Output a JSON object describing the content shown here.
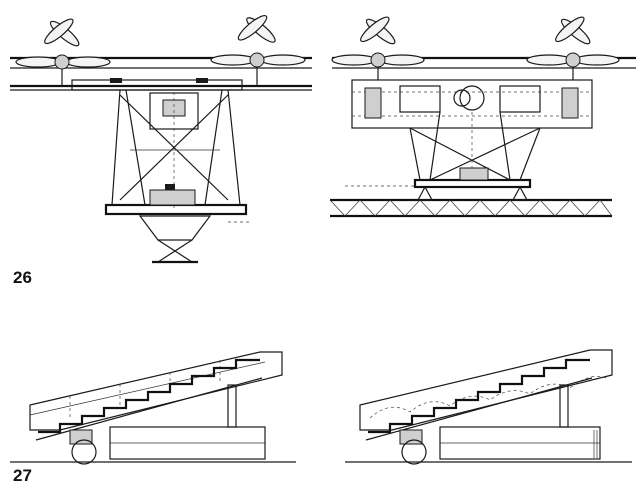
{
  "figures": [
    {
      "id": "fig26",
      "number": "26"
    },
    {
      "id": "fig27",
      "number": "27"
    }
  ]
}
